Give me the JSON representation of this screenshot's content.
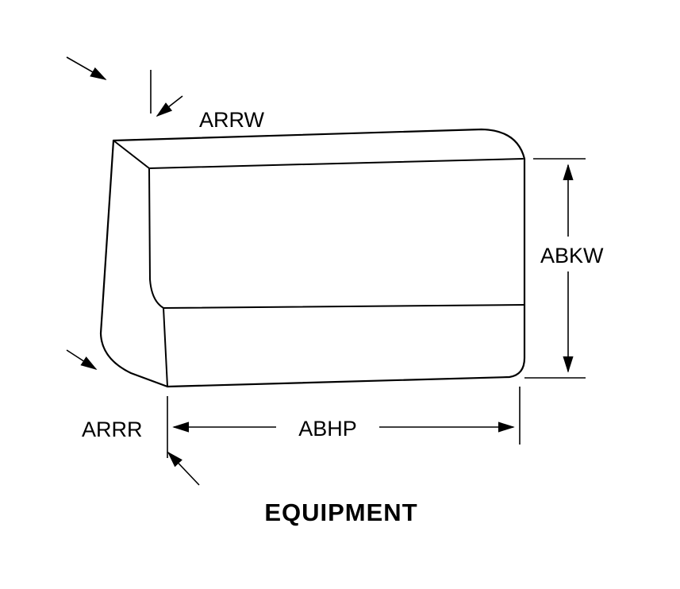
{
  "colors": {
    "line": "#000000",
    "background": "#ffffff"
  },
  "diagram": {
    "title": "EQUIPMENT",
    "labels": {
      "arrw": "ARRW",
      "abkw": "ABKW",
      "abhp": "ABHP",
      "arrr": "ARRR"
    }
  }
}
